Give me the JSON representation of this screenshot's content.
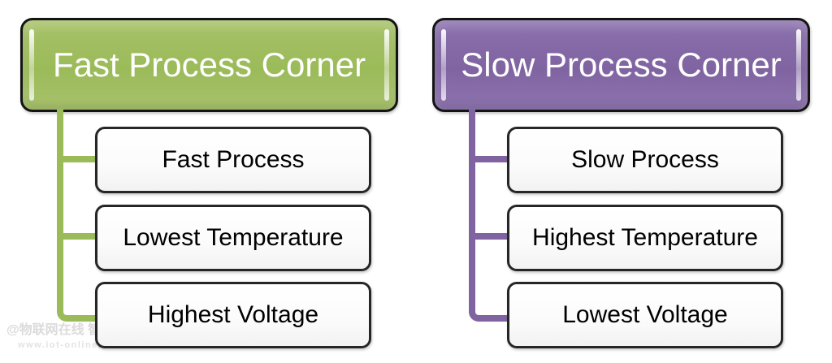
{
  "diagram": {
    "left_tree": {
      "title": "Fast Process Corner",
      "items": [
        "Fast Process",
        "Lowest Temperature",
        "Highest Voltage"
      ]
    },
    "right_tree": {
      "title": "Slow Process Corner",
      "items": [
        "Slow Process",
        "Highest Temperature",
        "Lowest Voltage"
      ]
    }
  },
  "colors": {
    "left_accent": "#9bbb59",
    "right_accent": "#8064a2",
    "header_text": "#ffffff",
    "child_fill": "#fbfbfb",
    "child_text": "#000000",
    "border": "#1a1a1a"
  },
  "watermark": {
    "line1": "@物联网在线 智慧.创未来",
    "line2": "www.iot-online.com"
  }
}
